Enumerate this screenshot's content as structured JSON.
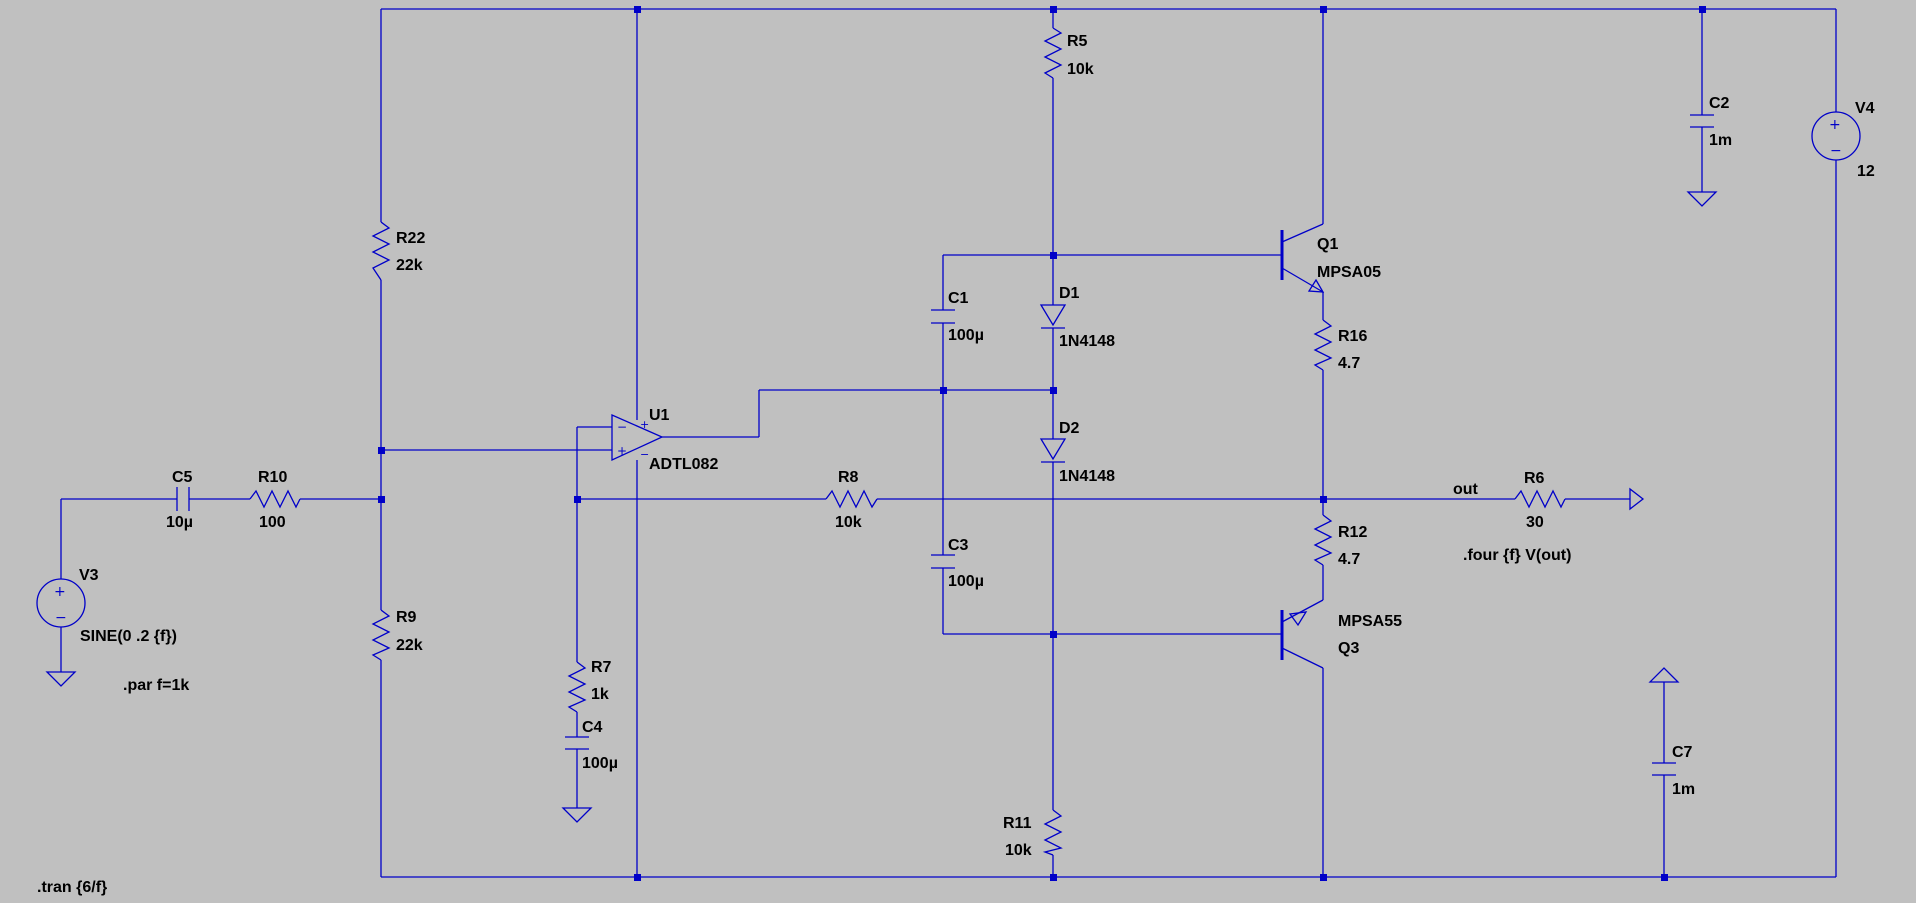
{
  "components": {
    "R5": {
      "ref": "R5",
      "value": "10k"
    },
    "R22": {
      "ref": "R22",
      "value": "22k"
    },
    "R9": {
      "ref": "R9",
      "value": "22k"
    },
    "R10": {
      "ref": "R10",
      "value": "100"
    },
    "R8": {
      "ref": "R8",
      "value": "10k"
    },
    "R7": {
      "ref": "R7",
      "value": "1k"
    },
    "R11": {
      "ref": "R11",
      "value": "10k"
    },
    "R16": {
      "ref": "R16",
      "value": "4.7"
    },
    "R12": {
      "ref": "R12",
      "value": "4.7"
    },
    "R6": {
      "ref": "R6",
      "value": "30"
    },
    "C1": {
      "ref": "C1",
      "value": "100µ"
    },
    "C2": {
      "ref": "C2",
      "value": "1m"
    },
    "C3": {
      "ref": "C3",
      "value": "100µ"
    },
    "C4": {
      "ref": "C4",
      "value": "100µ"
    },
    "C5": {
      "ref": "C5",
      "value": "10µ"
    },
    "C7": {
      "ref": "C7",
      "value": "1m"
    },
    "D1": {
      "ref": "D1",
      "value": "1N4148"
    },
    "D2": {
      "ref": "D2",
      "value": "1N4148"
    },
    "Q1": {
      "ref": "Q1",
      "value": "MPSA05"
    },
    "Q3": {
      "ref": "Q3",
      "value": "MPSA55"
    },
    "U1": {
      "ref": "U1",
      "value": "ADTL082"
    },
    "V3": {
      "ref": "V3",
      "value": "SINE(0 .2 {f})"
    },
    "V4": {
      "ref": "V4",
      "value": "12"
    }
  },
  "net_labels": {
    "out": "out"
  },
  "directives": {
    "param": ".par f=1k",
    "tran": ".tran {6/f}",
    "four": ".four {f} V(out)"
  },
  "colors": {
    "background": "#c0c0c0",
    "wire": "#0000c8",
    "text": "#000000"
  }
}
